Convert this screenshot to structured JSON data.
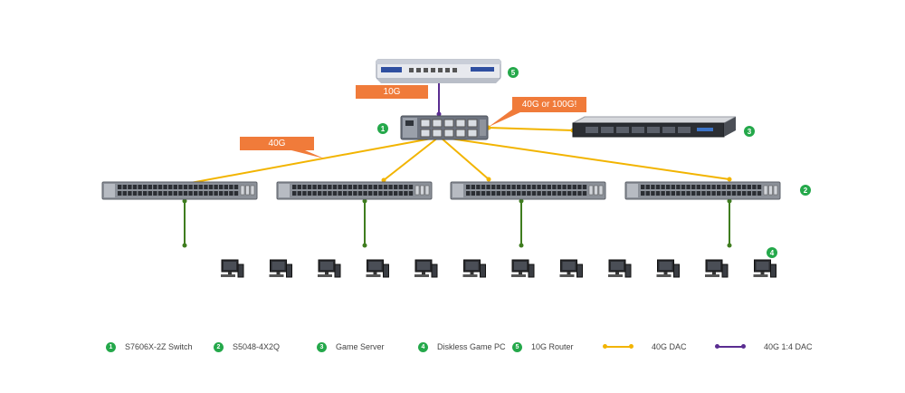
{
  "callouts": {
    "router_link": "10G",
    "server_link": "40G or 100G!",
    "access_link": "40G"
  },
  "badges": {
    "core_switch": "1",
    "access_switches": "2",
    "game_server": "3",
    "diskless_pcs": "4",
    "router": "5"
  },
  "legend": {
    "items": [
      {
        "num": "1",
        "label": "S7606X-2Z Switch"
      },
      {
        "num": "2",
        "label": "S5048-4X2Q"
      },
      {
        "num": "3",
        "label": "Game Server"
      },
      {
        "num": "4",
        "label": "Diskless Game PC"
      },
      {
        "num": "5",
        "label": "10G Router"
      }
    ],
    "lines": [
      {
        "label": "40G DAC",
        "color": "#f2b400"
      },
      {
        "label": "40G 1:4 DAC",
        "color": "#5a2d91"
      }
    ]
  },
  "colors": {
    "dac_40g": "#f2b400",
    "dac_40g_breakout": "#5a2d91",
    "pc_uplink": "#3f7d1f",
    "callout": "#f07b3a",
    "badge": "#24a84a"
  },
  "icons": {
    "router": "router-device-icon",
    "core_switch": "core-switch-icon",
    "server": "rack-server-icon",
    "access_switch": "access-switch-icon",
    "pc": "desktop-pc-icon"
  }
}
